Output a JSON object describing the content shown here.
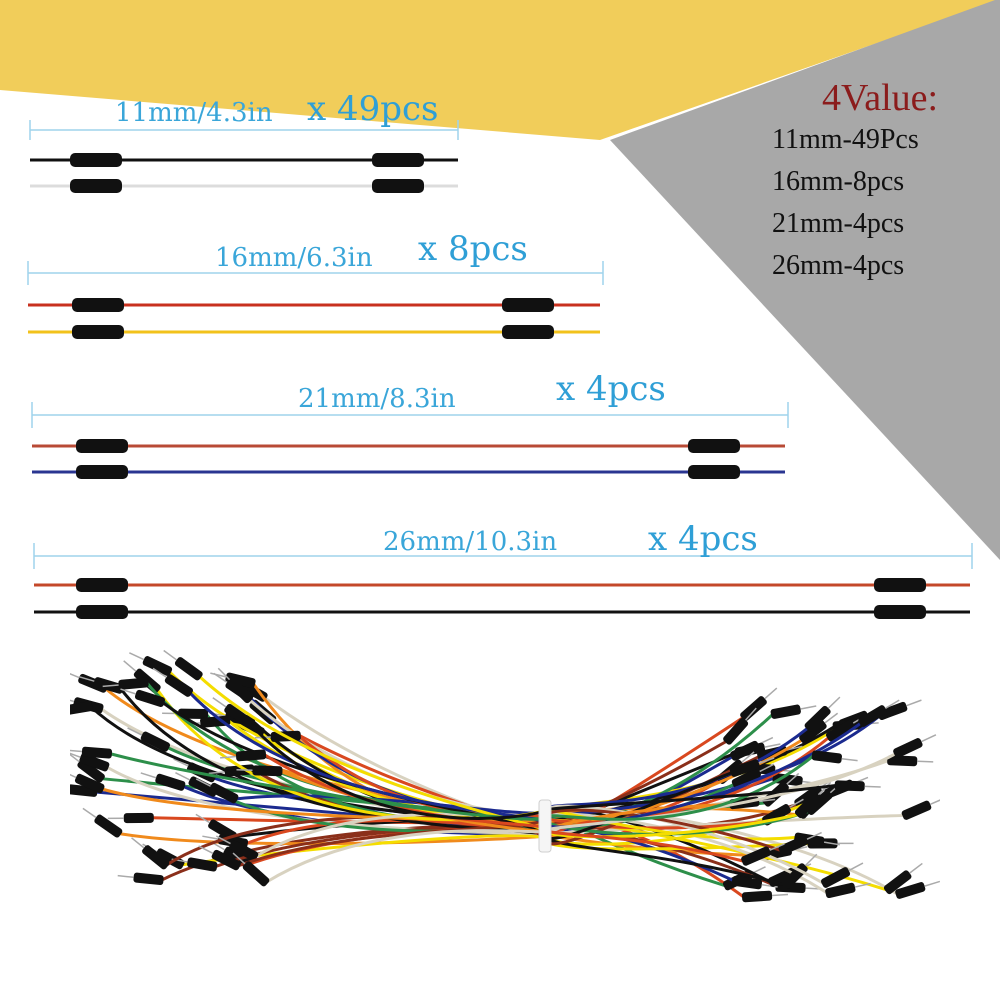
{
  "product": {
    "rows": [
      {
        "length": "11mm/4.3in",
        "qty": "x 49pcs",
        "wire_colors": [
          "#111111",
          "#f2f2f2"
        ]
      },
      {
        "length": "16mm/6.3in",
        "qty": "x 8pcs",
        "wire_colors": [
          "#c8311f",
          "#f2c21b"
        ]
      },
      {
        "length": "21mm/8.3in",
        "qty": "x 4pcs",
        "wire_colors": [
          "#b84a35",
          "#2a3591"
        ]
      },
      {
        "length": "26mm/10.3in",
        "qty": "x 4pcs",
        "wire_colors": [
          "#c4482a",
          "#111111"
        ]
      }
    ],
    "value_box": {
      "title": "4Value:",
      "lines": [
        "11mm-49Pcs",
        "16mm-8pcs",
        "21mm-4pcs",
        "26mm-4pcs"
      ]
    }
  },
  "colors": {
    "banner_yellow": "#f1cd5a",
    "banner_gray": "#a8a8a8",
    "label_blue": "#3aa6d9",
    "title_red": "#8b1c1c",
    "dupont_housing": "#111111"
  },
  "bundle_wire_colors": [
    "#1b2a8f",
    "#f4dd00",
    "#e8e4d6",
    "#d9481f",
    "#2d8f4a",
    "#111111",
    "#8b2f1a",
    "#f08a1c"
  ]
}
